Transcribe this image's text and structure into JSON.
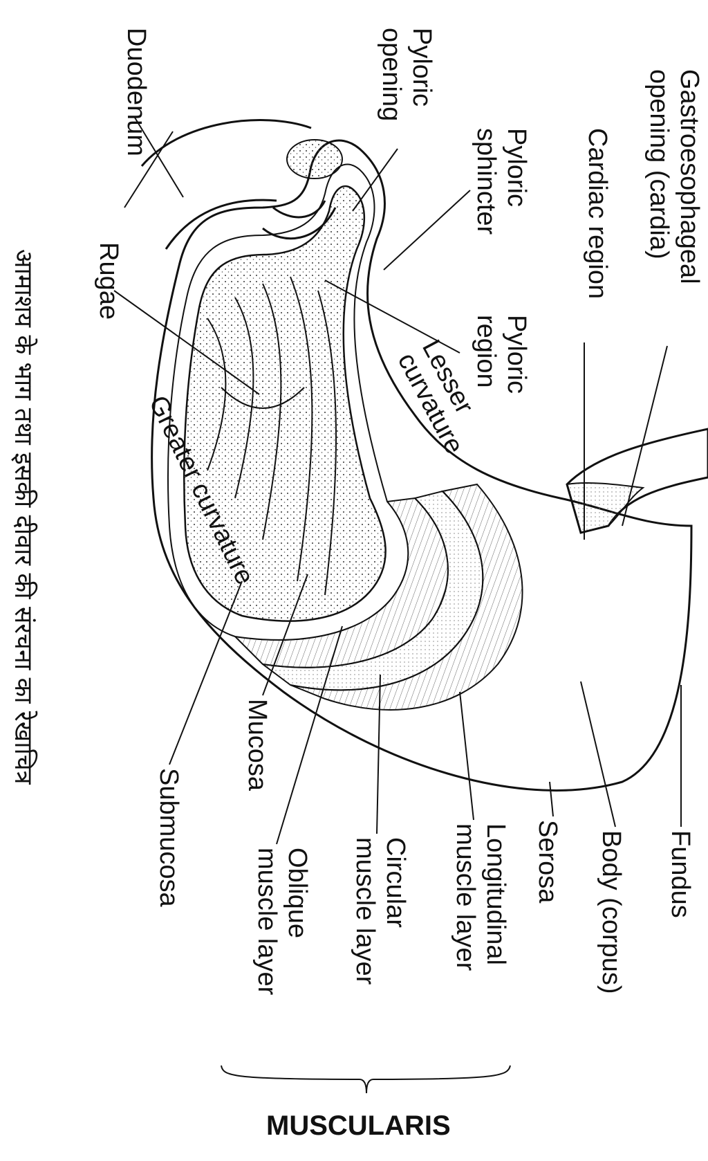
{
  "labels": {
    "fundus": "Fundus",
    "body": "Body (corpus)",
    "serosa": "Serosa",
    "longitudinal": [
      "Longitudinal",
      "muscle layer"
    ],
    "circular": [
      "Circular",
      "muscle layer"
    ],
    "oblique": [
      "Oblique",
      "muscle layer"
    ],
    "muscularis": "MUSCULARIS",
    "gastroesophageal": [
      "Gastroesophageal",
      "opening (cardia)"
    ],
    "cardiac_region": "Cardiac region",
    "pyloric_sphincter": [
      "Pyloric",
      "sphincter"
    ],
    "pyloric_region": [
      "Pyloric",
      "region"
    ],
    "pyloric_opening": [
      "Pyloric",
      "opening"
    ],
    "duodenum": "Duodenum",
    "lesser_curvature": [
      "Lesser",
      "curvature"
    ],
    "greater_curvature": "Greater curvature",
    "rugae": "Rugae",
    "mucosa": "Mucosa",
    "submucosa": "Submucosa"
  },
  "caption": "आमाशय के भाग तथा इसकी दीवार की संरचना का रेखाचित्र"
}
